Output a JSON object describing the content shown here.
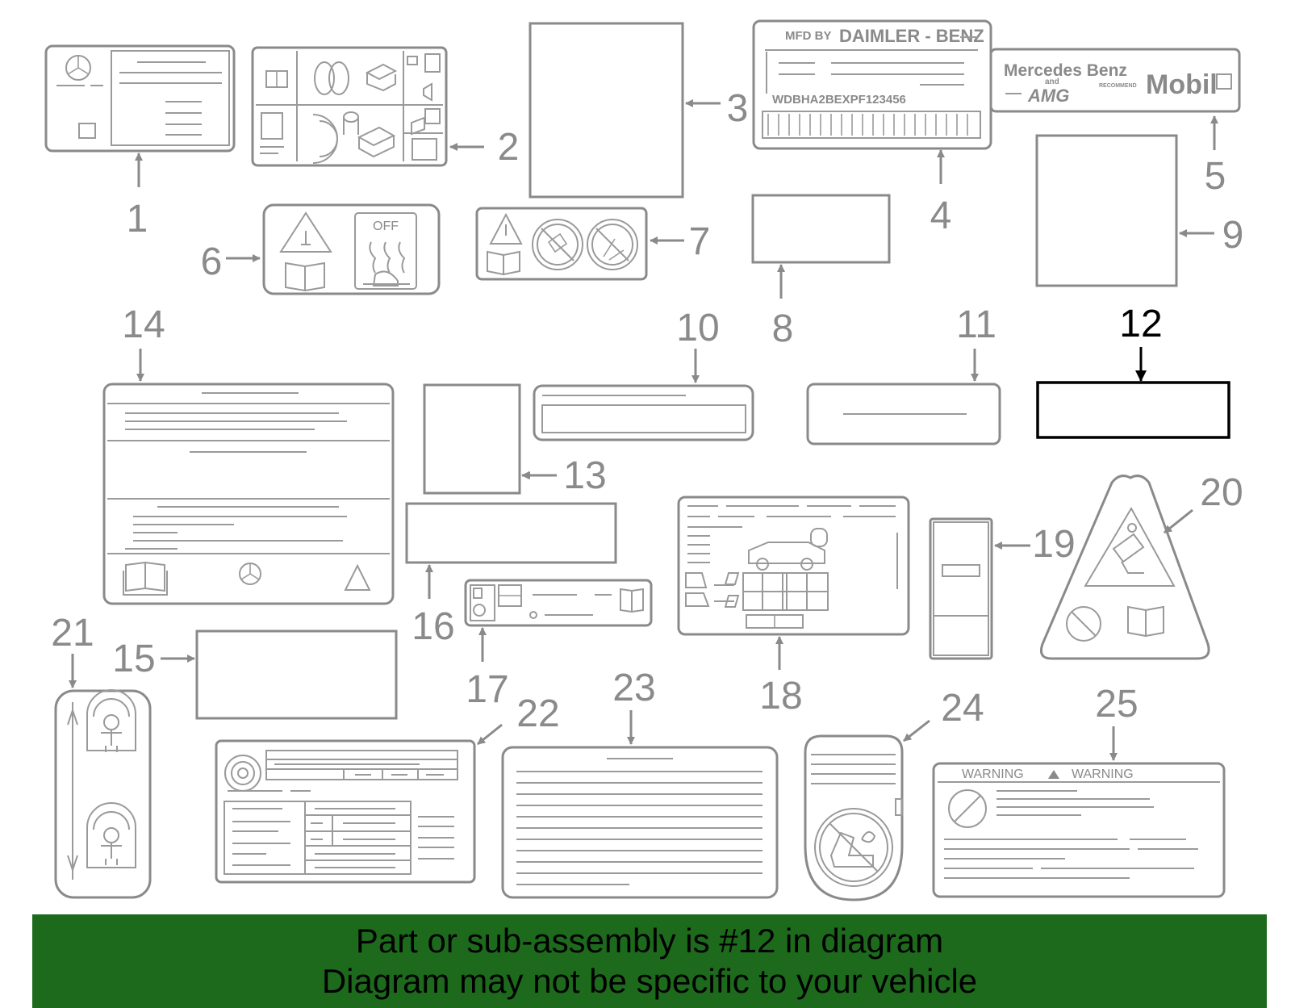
{
  "callouts": [
    "1",
    "2",
    "3",
    "4",
    "5",
    "6",
    "7",
    "8",
    "9",
    "10",
    "11",
    "12",
    "13",
    "14",
    "15",
    "16",
    "17",
    "18",
    "19",
    "20",
    "21",
    "22",
    "23",
    "24",
    "25"
  ],
  "highlight": "12",
  "label_text": {
    "mfd_by": "MFD BY",
    "maker": "DAIMLER - BENZ",
    "vin": "WDBHA2BEXPF123456",
    "brand1": "Mercedes Benz",
    "and": "and",
    "amg": "AMG",
    "recommend": "RECOMMEND",
    "mobil": "Mobil",
    "off": "OFF",
    "warning_left": "WARNING",
    "warning_right": "WARNING"
  },
  "banner": {
    "line1": "Part or sub-assembly is #12 in diagram",
    "line2": "Diagram may not be specific to your vehicle",
    "bg_color": "#1d6a1d"
  },
  "colors": {
    "line": "#8a8a8a",
    "highlight": "#000000"
  }
}
